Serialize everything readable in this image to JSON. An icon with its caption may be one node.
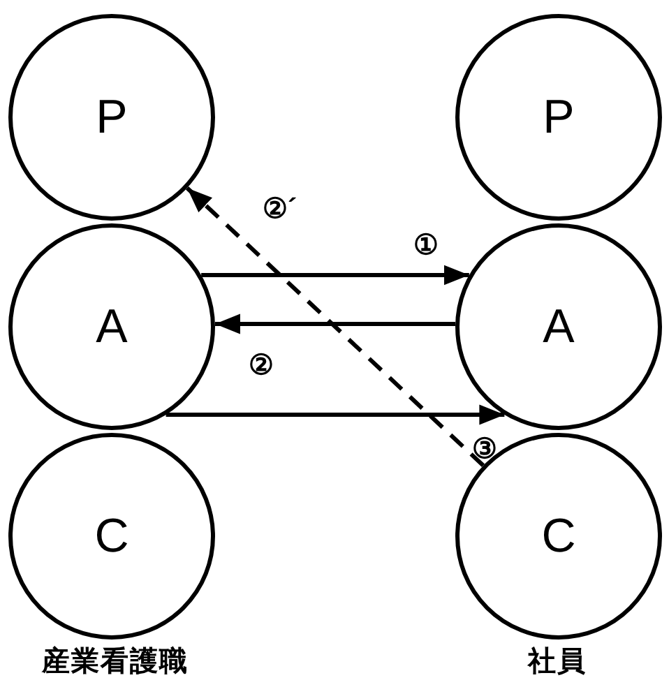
{
  "diagram": {
    "nodes": [
      {
        "text": [
          "P"
        ]
      },
      {
        "text": [
          "A"
        ]
      },
      {
        "text": [
          "C"
        ]
      },
      {
        "text": [
          "P"
        ]
      },
      {
        "text": [
          "A"
        ]
      },
      {
        "text": [
          "C"
        ]
      }
    ],
    "edges": [
      {
        "from": 1,
        "to": 4,
        "arrow": "to",
        "label": "①"
      },
      {
        "from": 4,
        "to": 1,
        "arrow": "to"
      },
      {
        "from": 1,
        "to": 4,
        "arrow": "to",
        "label": "②"
      },
      {
        "from": 5,
        "to": 0,
        "arrow": "to",
        "style": "dashed"
      }
    ],
    "labels": [
      "②´",
      "③",
      "産業看護職",
      "社員"
    ]
  }
}
